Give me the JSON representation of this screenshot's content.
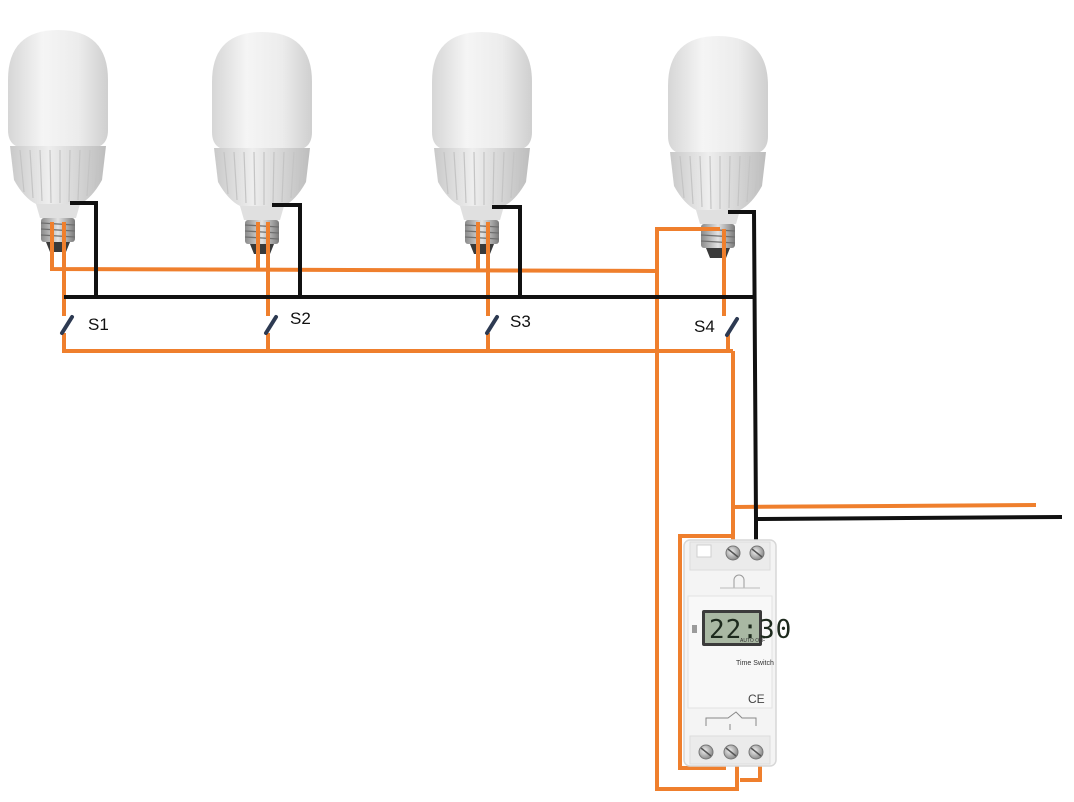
{
  "switches": [
    {
      "label": "S1"
    },
    {
      "label": "S2"
    },
    {
      "label": "S3"
    },
    {
      "label": "S4"
    }
  ],
  "timer": {
    "display_time": "22:30",
    "mode_text": "AUTO OFF",
    "name_text": "Time Switch",
    "mark_text": "CE"
  },
  "colors": {
    "phase_wire": "#ef7f2d",
    "neutral_wire": "#111111",
    "bulb_body": "#ececec",
    "lcd_bg": "#a9b8a3"
  }
}
